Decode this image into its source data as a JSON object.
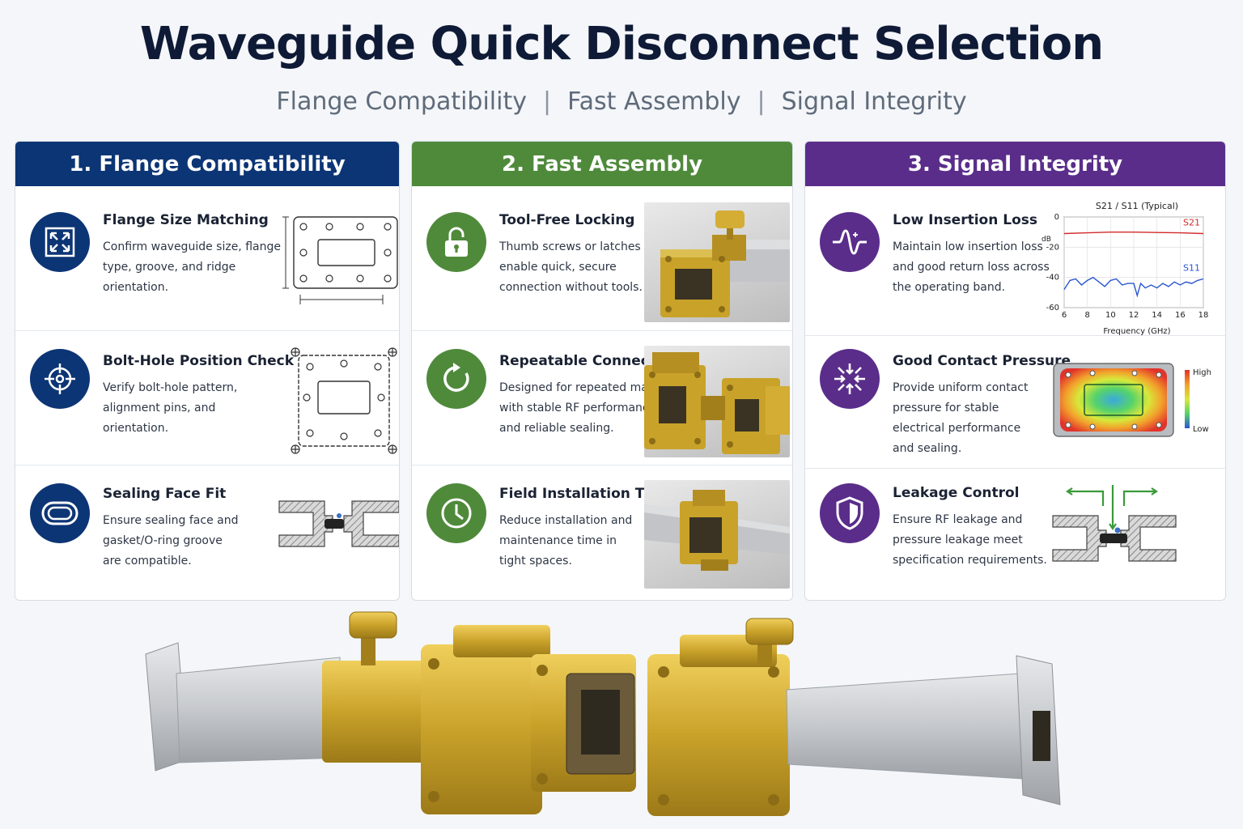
{
  "title": "Waveguide Quick Disconnect Selection",
  "subtitle": [
    "Flange Compatibility",
    "Fast Assembly",
    "Signal Integrity"
  ],
  "subtitle_separator": "|",
  "colors": {
    "col1": "#0c3575",
    "col2": "#4f8a3b",
    "col3": "#5a2d8a",
    "brass": "#c9a22a",
    "aluminum": "#c5c8cc"
  },
  "columns": [
    {
      "header": "1. Flange Compatibility",
      "rows": [
        {
          "title": "Flange Size Matching",
          "desc": "Confirm waveguide size, flange\ntype, groove, and ridge\norientation.",
          "icon": "expand-arrows-icon"
        },
        {
          "title": "Bolt-Hole Position Check",
          "desc": "Verify bolt-hole pattern,\nalignment pins, and\norientation.",
          "icon": "crosshair-icon"
        },
        {
          "title": "Sealing Face Fit",
          "desc": "Ensure sealing face and\ngasket/O-ring groove\nare compatible.",
          "icon": "oring-icon"
        }
      ]
    },
    {
      "header": "2. Fast Assembly",
      "rows": [
        {
          "title": "Tool-Free Locking",
          "desc": "Thumb screws or latches\nenable quick, secure\nconnection without tools.",
          "icon": "padlock-icon"
        },
        {
          "title": "Repeatable Connection",
          "desc": "Designed for repeated mating\nwith stable RF performance\nand reliable sealing.",
          "icon": "refresh-icon"
        },
        {
          "title": "Field Installation Time",
          "desc": "Reduce installation and\nmaintenance time in\ntight spaces.",
          "icon": "clock-icon"
        }
      ]
    },
    {
      "header": "3. Signal Integrity",
      "rows": [
        {
          "title": "Low Insertion Loss",
          "desc": "Maintain low insertion loss\nand good return loss across\nthe operating band.",
          "icon": "wave-icon"
        },
        {
          "title": "Good Contact Pressure",
          "desc": "Provide uniform contact\npressure for stable\nelectrical performance\nand sealing.",
          "icon": "pressure-icon"
        },
        {
          "title": "Leakage Control",
          "desc": "Ensure RF leakage and\npressure leakage meet\nspecification requirements.",
          "icon": "shield-icon"
        }
      ]
    }
  ],
  "chart_data": {
    "type": "line",
    "title": "S21 / S11 (Typical)",
    "xlabel": "Frequency (GHz)",
    "ylabel": "dB",
    "xlim": [
      6,
      18
    ],
    "ylim": [
      -60,
      0
    ],
    "xticks": [
      6,
      8,
      10,
      12,
      14,
      16,
      18
    ],
    "yticks": [
      0,
      -20,
      -40,
      -60
    ],
    "series": [
      {
        "name": "S21",
        "x": [
          6,
          8,
          10,
          12,
          14,
          16,
          18
        ],
        "values": [
          -11,
          -10.5,
          -10,
          -10,
          -10.3,
          -10.5,
          -11
        ]
      },
      {
        "name": "S11",
        "x": [
          6,
          6.5,
          7,
          7.5,
          8,
          8.5,
          9,
          9.5,
          10,
          10.5,
          11,
          11.5,
          12,
          12.3,
          12.6,
          13,
          13.5,
          14,
          14.5,
          15,
          15.5,
          16,
          16.5,
          17,
          17.5,
          18
        ],
        "values": [
          -48,
          -42,
          -41,
          -45,
          -42,
          -40,
          -43,
          -46,
          -42,
          -41,
          -45,
          -44,
          -44,
          -52,
          -44,
          -47,
          -45,
          -47,
          -44,
          -46,
          -43,
          -45,
          -43,
          -44,
          -42,
          -41
        ]
      }
    ],
    "colors": {
      "S21": "#d22a2a",
      "S11": "#2a55d2"
    }
  },
  "pressure_legend": {
    "high": "High",
    "low": "Low"
  }
}
